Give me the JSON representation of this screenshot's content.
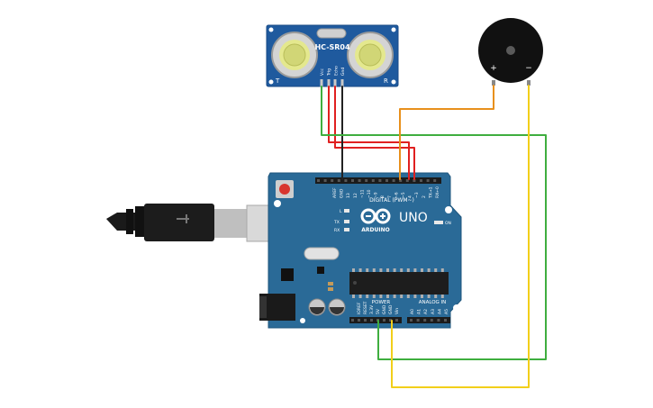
{
  "sensor": {
    "model": "HC-SR04",
    "pins": [
      "Vcc",
      "Trig",
      "Echo",
      "Gnd"
    ],
    "corner_left": "T",
    "corner_right": "R"
  },
  "buzzer": {
    "plus": "+",
    "minus": "−"
  },
  "arduino": {
    "brand": "ARDUINO",
    "model": "UNO",
    "digital_label": "DIGITAL (PWM~)",
    "top_header": [
      "AREF",
      "GND",
      "13",
      "12",
      "~11",
      "~10",
      "~9",
      "8",
      "7",
      "~6",
      "~5",
      "4",
      "~3",
      "2",
      "TX→1",
      "RX←0"
    ],
    "power_label": "POWER",
    "analog_label": "ANALOG IN",
    "power_pins": [
      "IOREF",
      "RESET",
      "3.3V",
      "5V",
      "GND",
      "GND",
      "Vin"
    ],
    "analog_pins": [
      "A0",
      "A1",
      "A2",
      "A3",
      "A4",
      "A5"
    ],
    "led_l": "L",
    "led_tx": "TX",
    "led_rx": "RX",
    "led_on": "ON"
  },
  "colors": {
    "board": "#2a6a97",
    "sensor": "#1f5a9e",
    "wire_red": "#e02020",
    "wire_black": "#222222",
    "wire_green": "#3fae3f",
    "wire_orange": "#e8901c",
    "wire_yellow": "#f2cf1a"
  }
}
